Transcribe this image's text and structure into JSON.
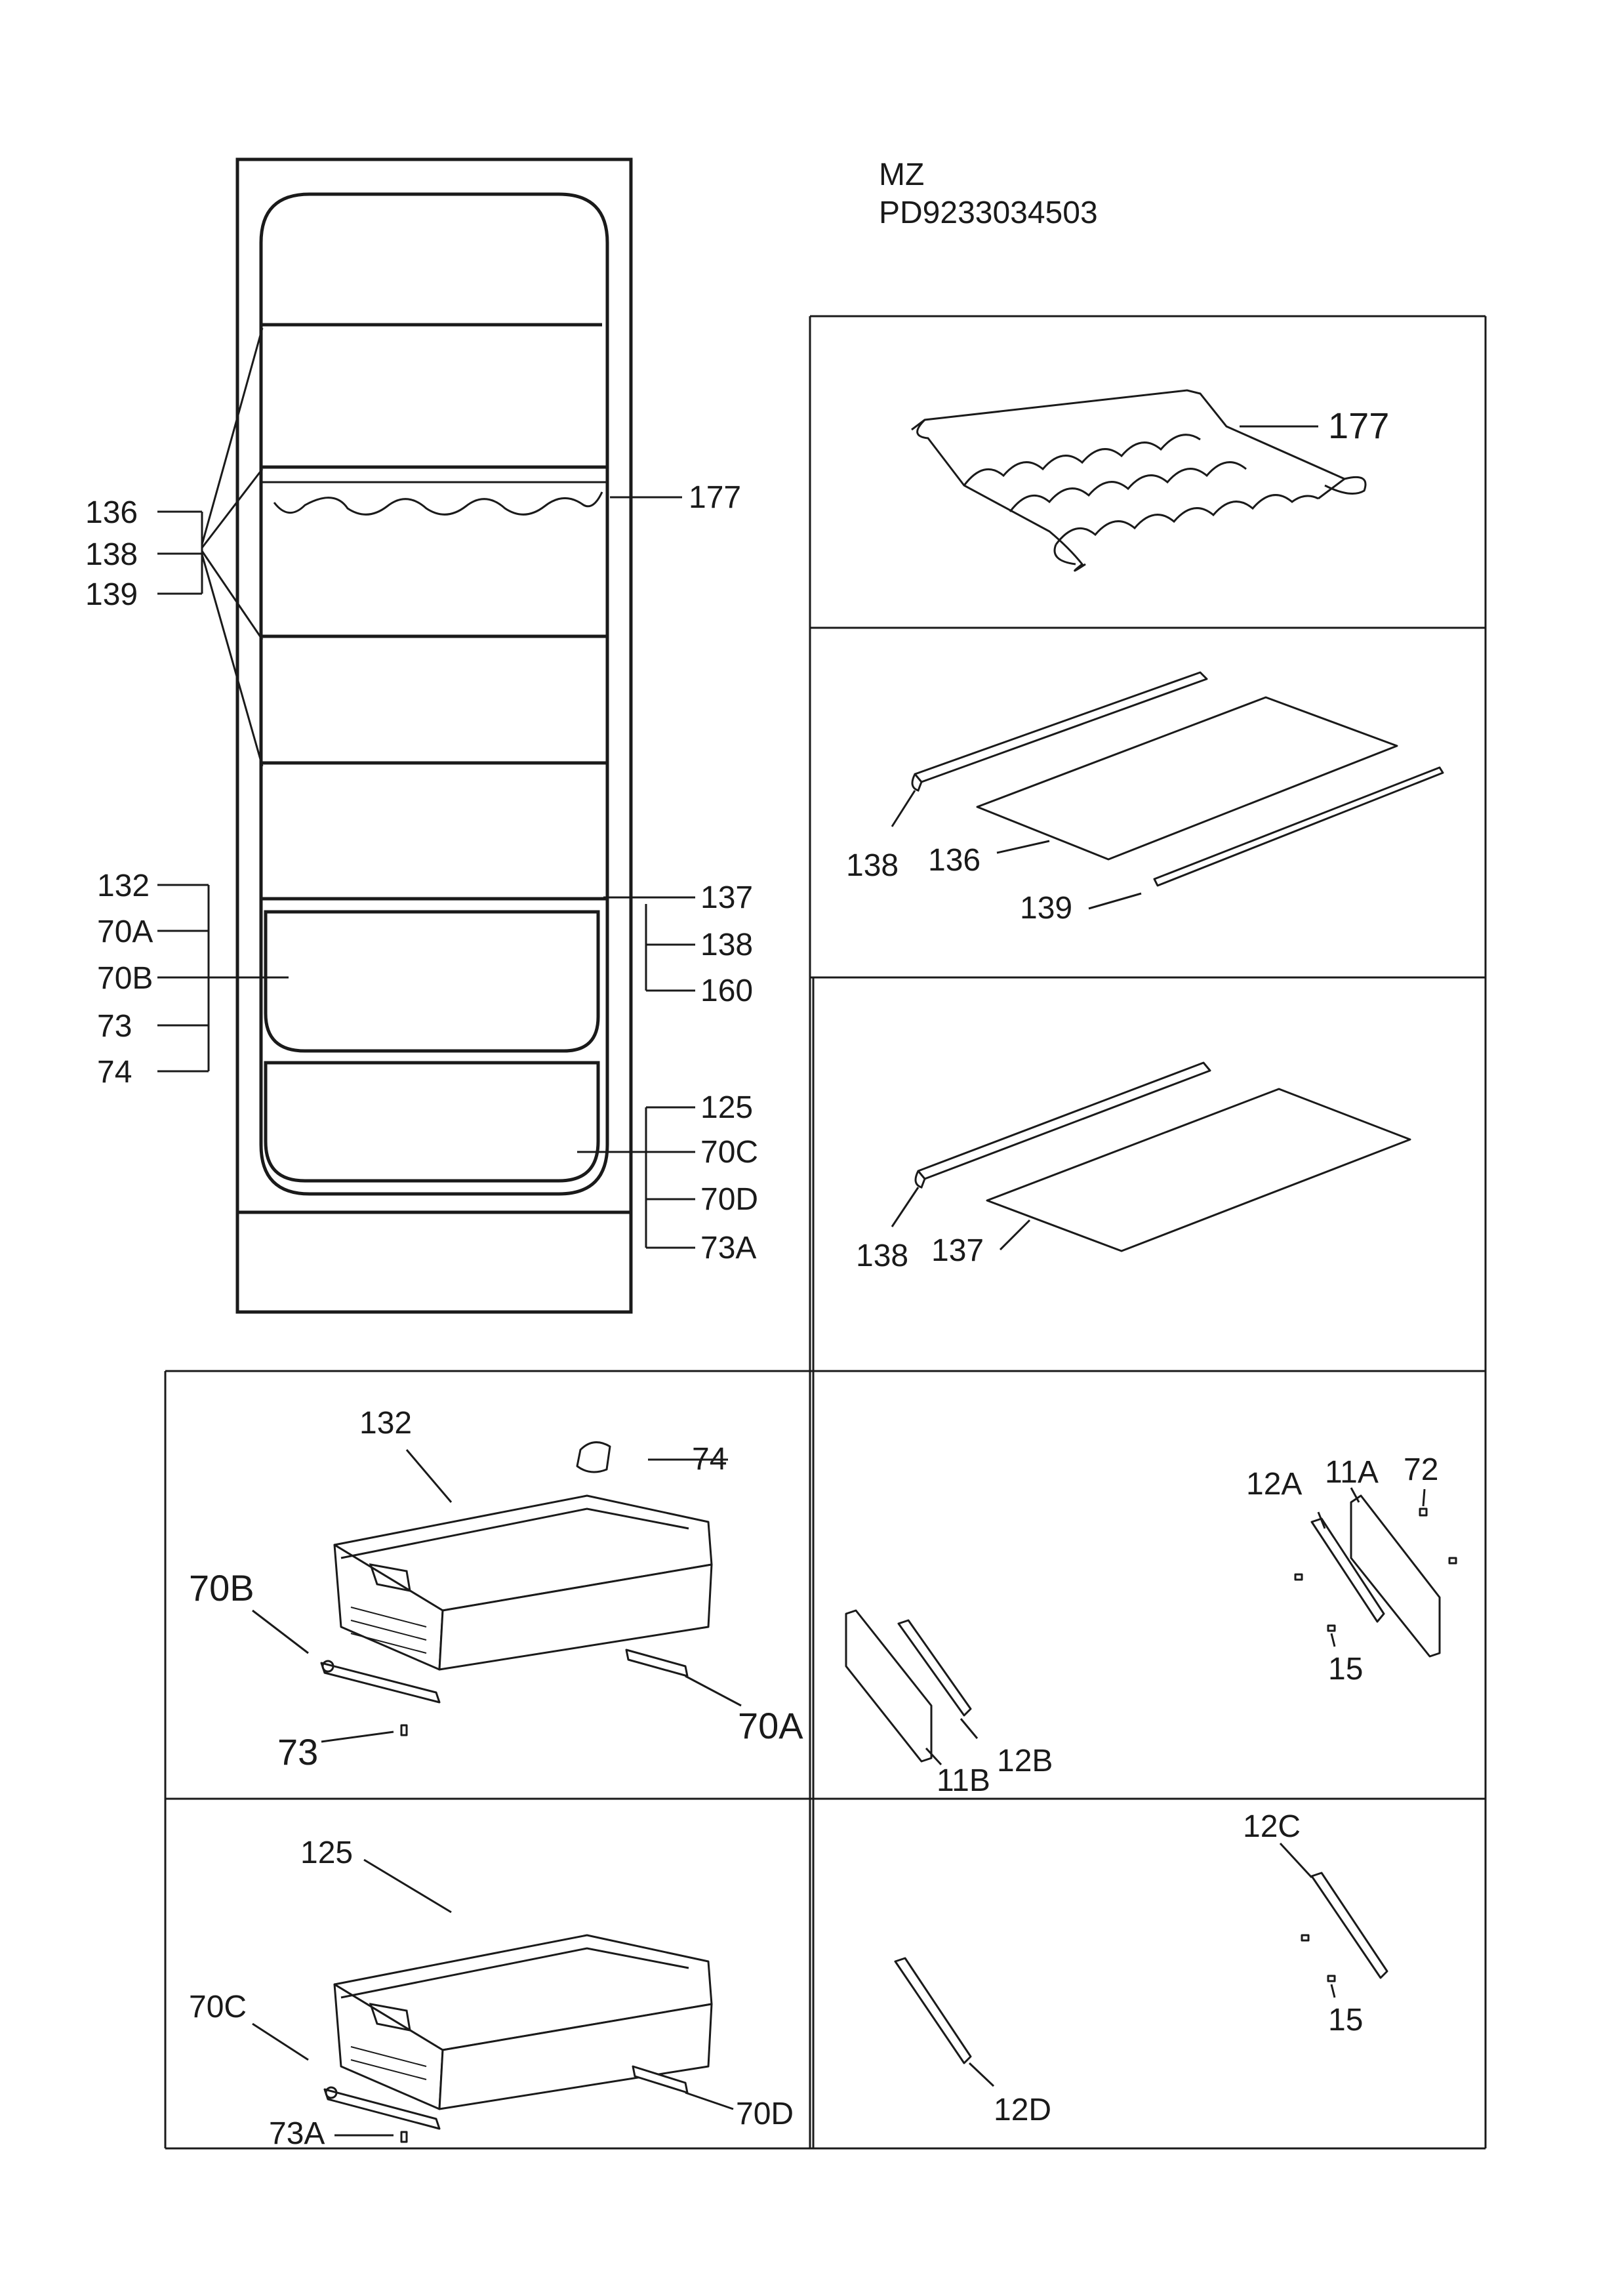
{
  "header": {
    "model": "MZ",
    "code": "PD9233034503"
  },
  "overview_labels": {
    "shelf_group": [
      "136",
      "138",
      "139"
    ],
    "wine_rack": "177",
    "drawer_top_left": [
      "132",
      "70A",
      "70B",
      "73",
      "74"
    ],
    "shelf_bottom_right": [
      "137",
      "138",
      "160"
    ],
    "drawer_bottom_right": [
      "125",
      "70C",
      "70D",
      "73A"
    ]
  },
  "panels": {
    "wine_rack": {
      "part": "177"
    },
    "glass_shelf": {
      "rail": "138",
      "glass": "136",
      "trim": "139"
    },
    "glass_shelf_bottom": {
      "rail": "138",
      "glass": "137"
    },
    "drawer_upper": {
      "drawer": "132",
      "cap": "74",
      "slide_left": "70B",
      "slide_right": "70A",
      "screw": "73"
    },
    "slides_upper": {
      "rail_left": "11B",
      "runner_left": "12B",
      "runner_right": "12A",
      "rail_right": "11A",
      "screw_top": "72",
      "screw": "15"
    },
    "drawer_lower": {
      "drawer": "125",
      "slide_left": "70C",
      "slide_right": "70D",
      "screw": "73A"
    },
    "slides_lower": {
      "runner_right": "12C",
      "screw": "15",
      "runner_left": "12D"
    }
  }
}
